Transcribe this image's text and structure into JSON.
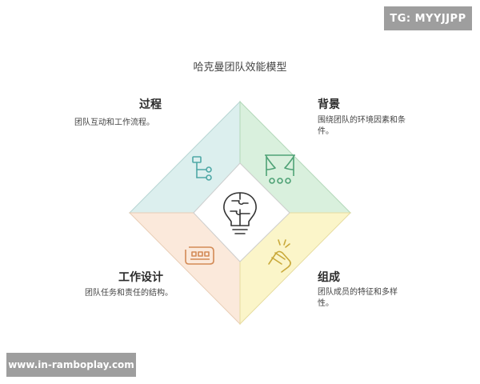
{
  "watermarks": {
    "top": "TG: MYYJJPP",
    "bottom": "www.in-ramboplay.com"
  },
  "title": "哈克曼团队效能模型",
  "quadrants": {
    "process": {
      "heading": "过程",
      "desc": "团队互动和工作流程。",
      "color": "#dcefee",
      "icon": "flowchart-icon"
    },
    "background": {
      "heading": "背景",
      "desc": "围绕团队的环境因素和条件。",
      "color": "#d9f0dd",
      "icon": "stage-curtain-icon"
    },
    "work_design": {
      "heading": "工作设计",
      "desc": "团队任务和责任的结构。",
      "color": "#fbe9db",
      "icon": "conveyor-icon"
    },
    "composition": {
      "heading": "组成",
      "desc": "团队成员的特征和多样性。",
      "color": "#fbf5c9",
      "icon": "hands-icon"
    }
  },
  "center": {
    "icon": "lightbulb-puzzle-icon"
  }
}
